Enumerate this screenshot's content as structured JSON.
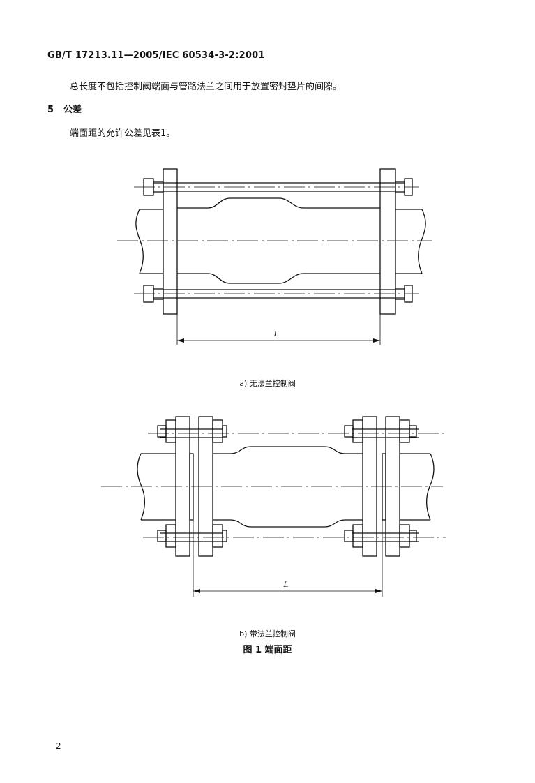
{
  "header": {
    "standard": "GB/T 17213.11—2005/IEC 60534-3-2:2001"
  },
  "paragraph_1": "总长度不包括控制阀端面与管路法兰之间用于放置密封垫片的间隙。",
  "section": {
    "number": "5",
    "title": "公差"
  },
  "paragraph_2": "端面距的允许公差见表1。",
  "figure": {
    "dimension_label_a": "L",
    "dimension_label_b": "L",
    "caption_a": "a)  无法兰控制阀",
    "caption_b": "b)  带法兰控制阀",
    "title": "图 1   端面距"
  },
  "page_number": "2"
}
